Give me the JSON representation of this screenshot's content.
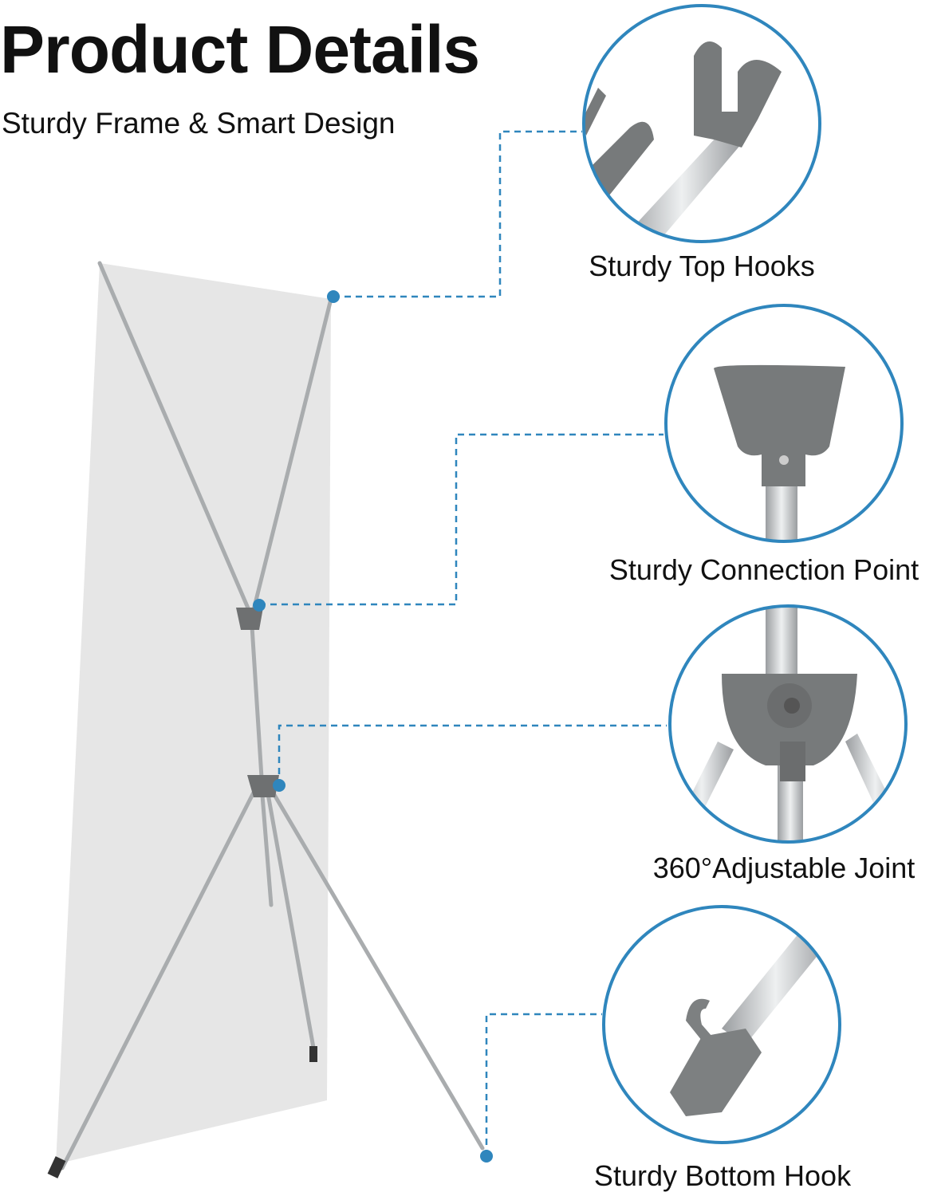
{
  "header": {
    "title": "Product Details",
    "subtitle": "Sturdy Frame & Smart Design"
  },
  "callouts": [
    {
      "label": "Sturdy Top Hooks",
      "icon": "top-hooks-closeup"
    },
    {
      "label": "Sturdy Connection Point",
      "icon": "connection-point-closeup"
    },
    {
      "label": "360°Adjustable Joint",
      "icon": "adjustable-joint-closeup"
    },
    {
      "label": "Sturdy Bottom Hook",
      "icon": "bottom-hook-closeup"
    }
  ],
  "colors": {
    "accent": "#2f86bd",
    "plastic": "#77797a",
    "banner": "#e6e6e6",
    "pole": "#b9bcbf"
  }
}
